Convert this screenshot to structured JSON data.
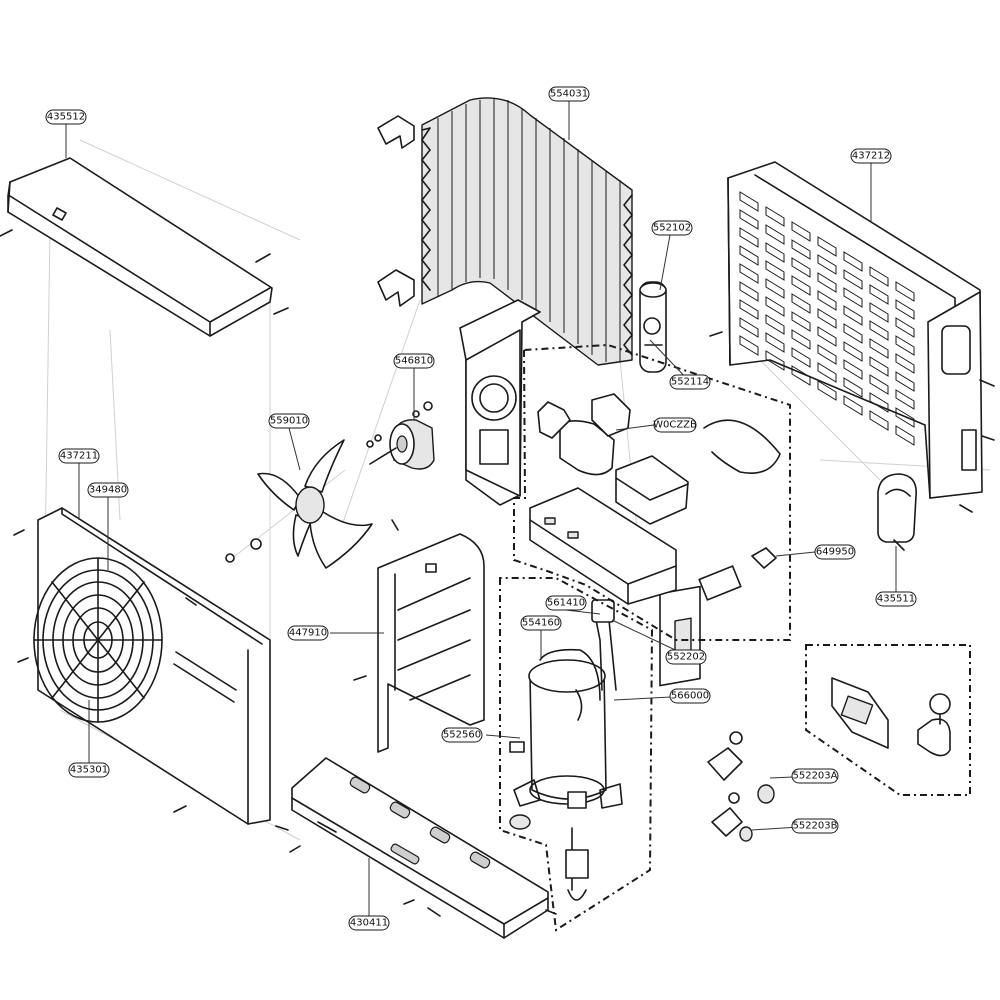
{
  "labels": [
    {
      "id": "p435512",
      "text": "435512"
    },
    {
      "id": "p554031",
      "text": "554031"
    },
    {
      "id": "p437212",
      "text": "437212"
    },
    {
      "id": "p552102",
      "text": "552102"
    },
    {
      "id": "p552114",
      "text": "552114"
    },
    {
      "id": "p546810",
      "text": "546810"
    },
    {
      "id": "p559010",
      "text": "559010"
    },
    {
      "id": "pW0CZZB",
      "text": "W0CZZB"
    },
    {
      "id": "p437211",
      "text": "437211"
    },
    {
      "id": "p349480",
      "text": "349480"
    },
    {
      "id": "p649950",
      "text": "649950"
    },
    {
      "id": "p435511",
      "text": "435511"
    },
    {
      "id": "p447910",
      "text": "447910"
    },
    {
      "id": "p561410",
      "text": "561410"
    },
    {
      "id": "p554160",
      "text": "554160"
    },
    {
      "id": "p552202",
      "text": "552202"
    },
    {
      "id": "p566000",
      "text": "566000"
    },
    {
      "id": "p552560",
      "text": "552560"
    },
    {
      "id": "p435301",
      "text": "435301"
    },
    {
      "id": "p552203A",
      "text": "552203A"
    },
    {
      "id": "p552203B",
      "text": "552203B"
    },
    {
      "id": "p430411",
      "text": "430411"
    }
  ]
}
